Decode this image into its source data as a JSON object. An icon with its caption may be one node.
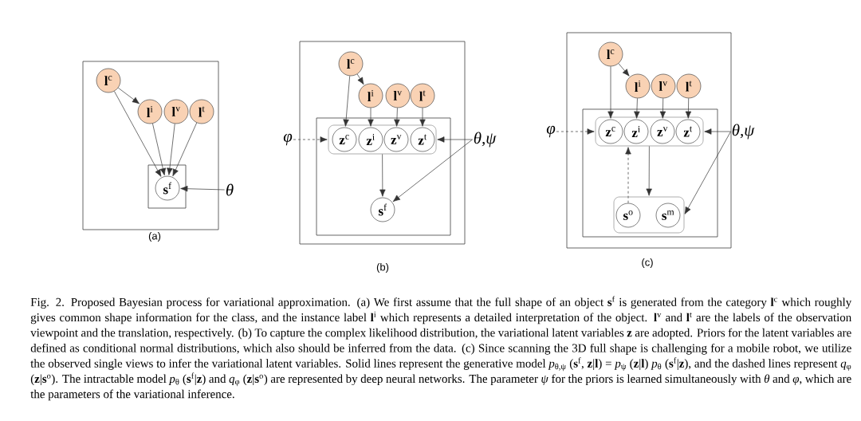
{
  "diagram": {
    "caption": "Fig. 2. Proposed Bayesian process for variational approximation. (a) We first assume that the full shape of an object **s**$^{f}$ is generated from the category **l**$^{c}$ which roughly gives common shape information for the class, and the instance label **l**$^{i}$ which represents a detailed interpretation of the object. **l**$^{v}$ and **l**$^{t}$ are the labels of the observation viewpoint and the translation, respectively. (b) To capture the complex likelihood distribution, the variational latent variables **z** are adopted. Priors for the latent variables are defined as conditional normal distributions, which also should be inferred from the data. (c) Since scanning the 3D full shape is challenging for a mobile robot, we utilize the observed single views to infer the variational latent variables. Solid lines represent the generative model *p*$_{θ,ψ}$ (**s**$^{f}$, **z**|**l**) = *p*$_{ψ}$ (**z**|**l**) *p*$_{θ}$ (**s**$^{f}$|**z**), and the dashed lines represent *q*$_{φ}$ (**z**|**s**$^{o}$). The intractable model *p*$_{θ}$ (**s**$^{f}$|**z**) and *q*$_{φ}$ (**z**|**s**$^{o}$) are represented by deep neural networks. The parameter *ψ* for the priors is learned simultaneously with *θ* and *φ*, which are the parameters of the variational inference.",
    "nodes": [
      {
        "text": [],
        "shape": "box"
      },
      {
        "text": [
          "**l**$^{c}$"
        ],
        "in": 0
      },
      {
        "text": [
          "**l**$^{i}$"
        ],
        "in": 0
      },
      {
        "text": [
          "**l**$^{v}$"
        ],
        "in": 0
      },
      {
        "text": [
          "**l**$^{t}$"
        ],
        "in": 0
      },
      {
        "text": [],
        "shape": "box",
        "in": 0
      },
      {
        "text": [
          "**s**$^{f}$"
        ],
        "in": 5
      },
      {
        "text": [
          "θ"
        ]
      },
      {
        "text": [],
        "shape": "box"
      },
      {
        "text": [
          "**l**$^{c}$"
        ],
        "in": 8
      },
      {
        "text": [
          "**l**$^{i}$"
        ],
        "in": 8
      },
      {
        "text": [
          "**l**$^{v}$"
        ],
        "in": 8
      },
      {
        "text": [
          "**l**$^{t}$"
        ],
        "in": 8
      },
      {
        "text": [],
        "shape": "box",
        "in": 8
      },
      {
        "text": [],
        "shape": "box",
        "in": 13
      },
      {
        "text": [
          "**z**$^{c}$"
        ],
        "in": 14
      },
      {
        "text": [
          "**z**$^{i}$"
        ],
        "in": 14
      },
      {
        "text": [
          "**z**$^{v}$"
        ],
        "in": 14
      },
      {
        "text": [
          "**z**$^{t}$"
        ],
        "in": 14
      },
      {
        "text": [
          "**s**$^{f}$"
        ],
        "in": 13
      },
      {
        "text": [
          "φ"
        ]
      },
      {
        "text": [
          "θ,ψ"
        ]
      },
      {
        "text": [],
        "shape": "box"
      },
      {
        "text": [
          "**l**$^{c}$"
        ],
        "in": 22
      },
      {
        "text": [
          "**l**$^{i}$"
        ],
        "in": 22
      },
      {
        "text": [
          "**l**$^{v}$"
        ],
        "in": 22
      },
      {
        "text": [
          "**l**$^{t}$"
        ],
        "in": 22
      },
      {
        "text": [],
        "shape": "box",
        "in": 22
      },
      {
        "text": [],
        "shape": "box",
        "in": 27
      },
      {
        "text": [
          "**z**$^{c}$"
        ],
        "in": 28
      },
      {
        "text": [
          "**z**$^{i}$"
        ],
        "in": 28
      },
      {
        "text": [
          "**z**$^{v}$"
        ],
        "in": 28
      },
      {
        "text": [
          "**z**$^{t}$"
        ],
        "in": 28
      },
      {
        "text": [],
        "shape": "box",
        "in": 27
      },
      {
        "text": [
          "**s**$^{o}$"
        ],
        "in": 33
      },
      {
        "text": [
          "**s**$^{m}$"
        ],
        "in": 33
      },
      {
        "text": [
          "φ"
        ]
      },
      {
        "text": [
          "θ,ψ"
        ]
      }
    ],
    "edges": [
      {
        "from": 1,
        "to": 6,
        "arrow": "to"
      },
      {
        "from": 1,
        "to": 2,
        "arrow": "to"
      },
      {
        "from": 2,
        "to": 6,
        "arrow": "to"
      },
      {
        "from": 3,
        "to": 6,
        "arrow": "to"
      },
      {
        "from": 4,
        "to": 6,
        "arrow": "to"
      },
      {
        "from": 7,
        "to": 6,
        "arrow": "to"
      },
      {
        "from": 9,
        "to": 15,
        "arrow": "to"
      },
      {
        "from": 9,
        "to": 10,
        "arrow": "to"
      },
      {
        "from": 10,
        "to": 16,
        "arrow": "to"
      },
      {
        "from": 11,
        "to": 17,
        "arrow": "to"
      },
      {
        "from": 12,
        "to": 18,
        "arrow": "to"
      },
      {
        "from": 20,
        "to": 14,
        "arrow": "to",
        "style": "dashed"
      },
      {
        "from": 21,
        "to": 14,
        "arrow": "to"
      },
      {
        "from": 21,
        "to": 19,
        "arrow": "to"
      },
      {
        "from": 14,
        "to": 19,
        "arrow": "to"
      },
      {
        "from": 23,
        "to": 29,
        "arrow": "to"
      },
      {
        "from": 23,
        "to": 24,
        "arrow": "to"
      },
      {
        "from": 24,
        "to": 30,
        "arrow": "to"
      },
      {
        "from": 25,
        "to": 31,
        "arrow": "to"
      },
      {
        "from": 26,
        "to": 32,
        "arrow": "to"
      },
      {
        "from": 36,
        "to": 28,
        "arrow": "to",
        "style": "dashed"
      },
      {
        "from": 37,
        "to": 28,
        "arrow": "to"
      },
      {
        "from": 37,
        "to": 33,
        "arrow": "to"
      },
      {
        "from": 28,
        "to": 33,
        "arrow": "to"
      },
      {
        "from": 34,
        "to": 28,
        "arrow": "to",
        "style": "dashed"
      }
    ],
    "labels": [
      "(a)",
      "(b)",
      "(c)"
    ]
  }
}
